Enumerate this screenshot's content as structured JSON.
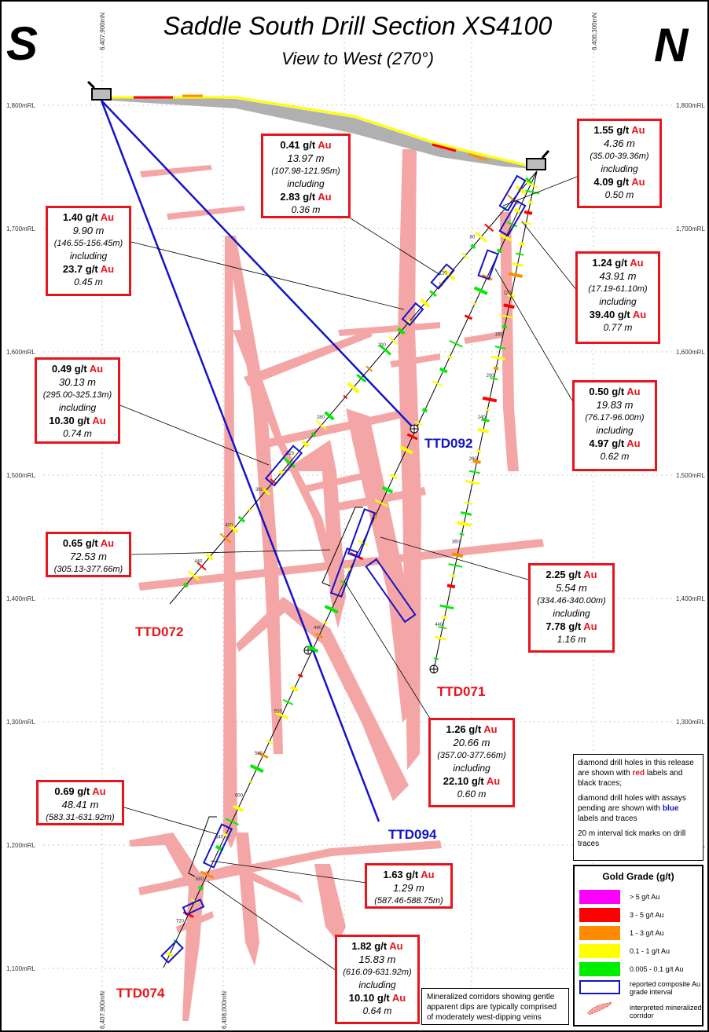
{
  "title": "Saddle South Drill Section XS4100",
  "subtitle": "View to West (270°)",
  "compass": {
    "left": "S",
    "right": "N"
  },
  "northings": {
    "top_left": "6,407,900mN",
    "top_right": "6,408,300mN",
    "bottom_left": "6,407,900mN",
    "bottom_mid": "6,408,000mN"
  },
  "elevations": [
    "1,800mRL",
    "1,700mRL",
    "1,600mRL",
    "1,500mRL",
    "1,400mRL",
    "1,300mRL",
    "1,200mRL",
    "1,100mRL"
  ],
  "holes": {
    "ttd092": "TTD092",
    "ttd072": "TTD072",
    "ttd071": "TTD071",
    "ttd094": "TTD094",
    "ttd074": "TTD074"
  },
  "hole_label_colors": {
    "released": "#e8141b",
    "pending": "#1414c8"
  },
  "depth_ticks": [
    "40",
    "80",
    "120",
    "160",
    "200",
    "240",
    "280",
    "320",
    "360",
    "400",
    "440",
    "480",
    "520",
    "560",
    "600",
    "640",
    "680",
    "720"
  ],
  "intercepts": [
    {
      "grade": "0.41 g/t",
      "unit": "Au",
      "width": "13.97 m",
      "interval": "(107.98-121.95m)",
      "including": "including",
      "inc_grade": "2.83 g/t",
      "inc_unit": "Au",
      "inc_width": "0.36 m"
    },
    {
      "grade": "1.55 g/t",
      "unit": "Au",
      "width": "4.36 m",
      "interval": "(35.00-39.36m)",
      "including": "including",
      "inc_grade": "4.09 g/t",
      "inc_unit": "Au",
      "inc_width": "0.50 m"
    },
    {
      "grade": "1.40 g/t",
      "unit": "Au",
      "width": "9.90 m",
      "interval": "(146.55-156.45m)",
      "including": "including",
      "inc_grade": "23.7 g/t",
      "inc_unit": "Au",
      "inc_width": "0.45 m"
    },
    {
      "grade": "1.24 g/t",
      "unit": "Au",
      "width": "43.91 m",
      "interval": "(17.19-61.10m)",
      "including": "including",
      "inc_grade": "39.40 g/t",
      "inc_unit": "Au",
      "inc_width": "0.77 m"
    },
    {
      "grade": "0.49 g/t",
      "unit": "Au",
      "width": "30.13 m",
      "interval": "(295.00-325.13m)",
      "including": "including",
      "inc_grade": "10.30 g/t",
      "inc_unit": "Au",
      "inc_width": "0.74 m"
    },
    {
      "grade": "0.50 g/t",
      "unit": "Au",
      "width": "19.83 m",
      "interval": "(76.17-96.00m)",
      "including": "including",
      "inc_grade": "4.97 g/t",
      "inc_unit": "Au",
      "inc_width": "0.62 m"
    },
    {
      "grade": "0.65 g/t",
      "unit": "Au",
      "width": "72.53 m",
      "interval": "(305.13-377.66m)"
    },
    {
      "grade": "2.25 g/t",
      "unit": "Au",
      "width": "5.54 m",
      "interval": "(334.46-340.00m)",
      "including": "including",
      "inc_grade": "7.78 g/t",
      "inc_unit": "Au",
      "inc_width": "1.16 m"
    },
    {
      "grade": "1.26 g/t",
      "unit": "Au",
      "width": "20.66 m",
      "interval": "(357.00-377.66m)",
      "including": "including",
      "inc_grade": "22.10 g/t",
      "inc_unit": "Au",
      "inc_width": "0.60 m"
    },
    {
      "grade": "0.69 g/t",
      "unit": "Au",
      "width": "48.41 m",
      "interval": "(583.31-631.92m)"
    },
    {
      "grade": "1.63 g/t",
      "unit": "Au",
      "width": "1.29 m",
      "interval": "(587.46-588.75m)"
    },
    {
      "grade": "1.82 g/t",
      "unit": "Au",
      "width": "15.83 m",
      "interval": "(616.09-631.92m)",
      "including": "including",
      "inc_grade": "10.10 g/t",
      "inc_unit": "Au",
      "inc_width": "0.64 m"
    }
  ],
  "notes": [
    "diamond drill holes in this release are shown with red labels and black traces;",
    "diamond drill holes with assays pending are shown with blue labels and traces",
    "20 m interval tick marks on drill traces"
  ],
  "notes_fmt": {
    "p1a": "diamond drill holes in this release are shown with ",
    "p1b": "red",
    "p1c": " labels and black traces;",
    "p2a": "diamond drill holes with assays pending are shown with ",
    "p2b": "blue",
    "p2c": " labels and traces"
  },
  "legend": {
    "title": "Gold Grade (g/t)",
    "items": [
      {
        "label": "> 5 g/t Au",
        "color": "#ff00ff"
      },
      {
        "label": "3 - 5 g/t Au",
        "color": "#ff0000"
      },
      {
        "label": "1 - 3 g/t Au",
        "color": "#ff8c00"
      },
      {
        "label": "0.1 - 1 g/t Au",
        "color": "#ffff00"
      },
      {
        "label": "0.005 - 0.1 g/t Au",
        "color": "#00ee00"
      },
      {
        "label": "reported composite Au grade interval",
        "color": "#1414c8"
      },
      {
        "label": "interpreted mineralized corridor",
        "color": "#f4a0a0"
      }
    ]
  },
  "corridor_note": "Mineralized corridors showing gentle apparent dips are typically comprised of moderately west-dipping veins"
}
